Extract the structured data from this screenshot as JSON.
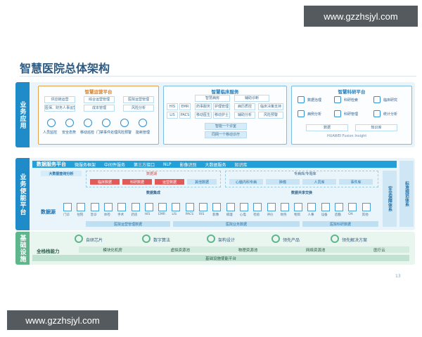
{
  "watermark": {
    "top": "www.gzzhsjyl.com",
    "bottom": "www.gzzhsjyl.com"
  },
  "title": "智慧医院总体架构",
  "page_number": "13",
  "business_app": {
    "label": "业务应用",
    "ops": {
      "title": "智慧运营平台",
      "chips": [
        "供应链运营",
        "综合运营管理",
        "医院运营管理",
        "医保、财务人事运营",
        "成本管理",
        "风险分析"
      ],
      "items": [
        "人员监控",
        "安全态势",
        "移动巡检",
        "门禁事件处理",
        "风险预警",
        "能耗管理"
      ]
    },
    "clinical": {
      "title": "智慧临床服务",
      "chips": [
        "HIS",
        "EMR",
        "LIS",
        "PACS",
        "智慧病房",
        "辅助诊断",
        "药事服务",
        "护理管理",
        "移动医生",
        "移动护士",
        "病历质控",
        "辅助分析",
        "临床决策支持",
        "风险预警"
      ],
      "btn1": "智能一个诊室",
      "btn2": "同网一个移动诊疗"
    },
    "research": {
      "title": "智慧科研平台",
      "chips": [
        "数据治理",
        "科研检索",
        "临床研究",
        "病例分析",
        "科研管理",
        "统计分析",
        "数据",
        "知识库"
      ],
      "foot": "HUAWEI Fusion Insight"
    }
  },
  "enable": {
    "label": "业务使能平台",
    "service_bar": {
      "title": "数据服务平台",
      "items": [
        "微服务框架",
        "中间件服务",
        "第三方接口",
        "NLP",
        "影像识别",
        "大数据服务",
        "知识库"
      ]
    },
    "bigdata": "大数据查询分析",
    "lake": {
      "title": "数据湖",
      "items": [
        "临床数据",
        "科研数据",
        "运营数据",
        "其他数据"
      ]
    },
    "topic": {
      "title": "专病库/专题库",
      "items": [
        "心脑内科专病",
        "肿瘤",
        "人员库",
        "事件库"
      ]
    },
    "integrate": "数据集成",
    "exchange": "数据共享交换",
    "source_label": "数据源",
    "sources": [
      "门诊",
      "住院",
      "急诊",
      "体检",
      "手术",
      "药房",
      "HIS",
      "EMR",
      "LIS",
      "PACS",
      "RIS",
      "影像",
      "病理",
      "心电",
      "检验",
      "评价",
      "财务",
      "物资",
      "人事",
      "设备",
      "后勤",
      "OA",
      "其他"
    ],
    "groups": [
      "医院运营管理数据",
      "医院业务数据",
      "医院科研数据"
    ],
    "security": "安全保障体系",
    "standard": "标准规范体系"
  },
  "infra": {
    "label": "基础设施",
    "row1": [
      "自研芯片",
      "数字算法",
      "架构设计",
      "领先产品",
      "领先解决方案"
    ],
    "capability": "全栈栈能力",
    "row2": [
      "模块化机房",
      "虚拟资源池",
      "物理资源池",
      "网络资源池",
      "医疗云"
    ],
    "foot": "基础设施使能平台"
  }
}
